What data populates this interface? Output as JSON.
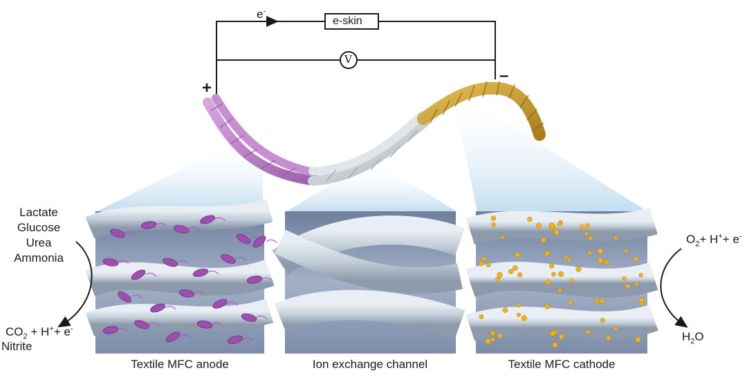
{
  "circuit": {
    "electron_label": "e",
    "electron_sup": "-",
    "load_label": "e-skin",
    "meter_label": "V",
    "anode_sign": "+",
    "cathode_sign": "–"
  },
  "panels": [
    {
      "caption": "Textile MFC anode"
    },
    {
      "caption": "Ion exchange channel"
    },
    {
      "caption": "Textile MFC cathode"
    }
  ],
  "anode_reaction": {
    "substrates": [
      "Lactate",
      "Glucose",
      "Urea",
      "Ammonia"
    ],
    "products_line1": {
      "co": "CO",
      "co_sub": "2",
      "plus1": " + H",
      "h_sup": "+",
      "plus2": "+ e",
      "e_sup": "-"
    },
    "products_line2": "Nitrite"
  },
  "cathode_reaction": {
    "reactant": {
      "o": "O",
      "o_sub": "2",
      "plus1": "+ H",
      "h_sup": "+",
      "plus2": "+ e",
      "e_sup": "-"
    },
    "product": {
      "h": "H",
      "h_sub": "2",
      "o": "O"
    }
  },
  "colors": {
    "anode_fiber": "#b77cc4",
    "separator_fiber": "#cfd6da",
    "cathode_fiber": "#c9a23a",
    "panel_bg": "#8f9fb8",
    "bacteria": "#9c4fae",
    "catalyst": "#f2b318",
    "zoom_beam": "#cfe6f5"
  }
}
